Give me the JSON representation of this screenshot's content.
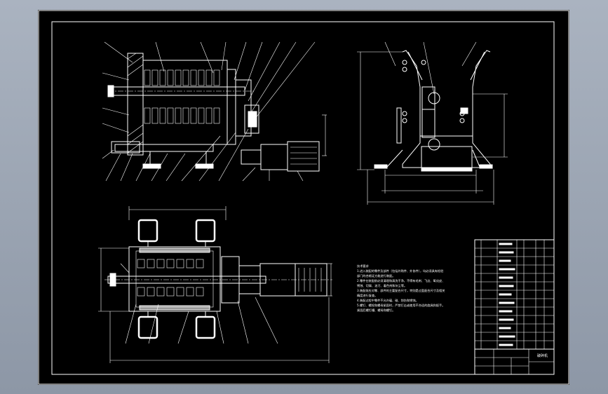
{
  "window": {
    "accent_bg": "#000000",
    "line_color": "#ffffff",
    "outer_bg": "#9aa3b1"
  },
  "tech_notes": {
    "title": "技术要求",
    "lines": [
      "1.进入装配的零件及部件（包括外购件、外协件），均必须具有检验",
      "部门的合格证方能进行装配。",
      "2.零件在装配前必须清理和清洗干净，不得有毛刺、飞边、氧化皮、",
      "锈蚀、切屑、油污、着色剂和灰尘等。",
      "3.装配前应对零、部件的主要配合尺寸，特别是过盈配合尺寸及相关",
      "精度进行复查。",
      "4.装配过程中零件不允许磕、碰、划伤和锈蚀。",
      "5.螺钉、螺栓和螺母紧固时，严禁打击或使用不合适的旋具和扳手。",
      "紧固后螺钉槽、螺母和螺钉。"
    ]
  },
  "title_block": {
    "name_cell": "破碎机"
  }
}
